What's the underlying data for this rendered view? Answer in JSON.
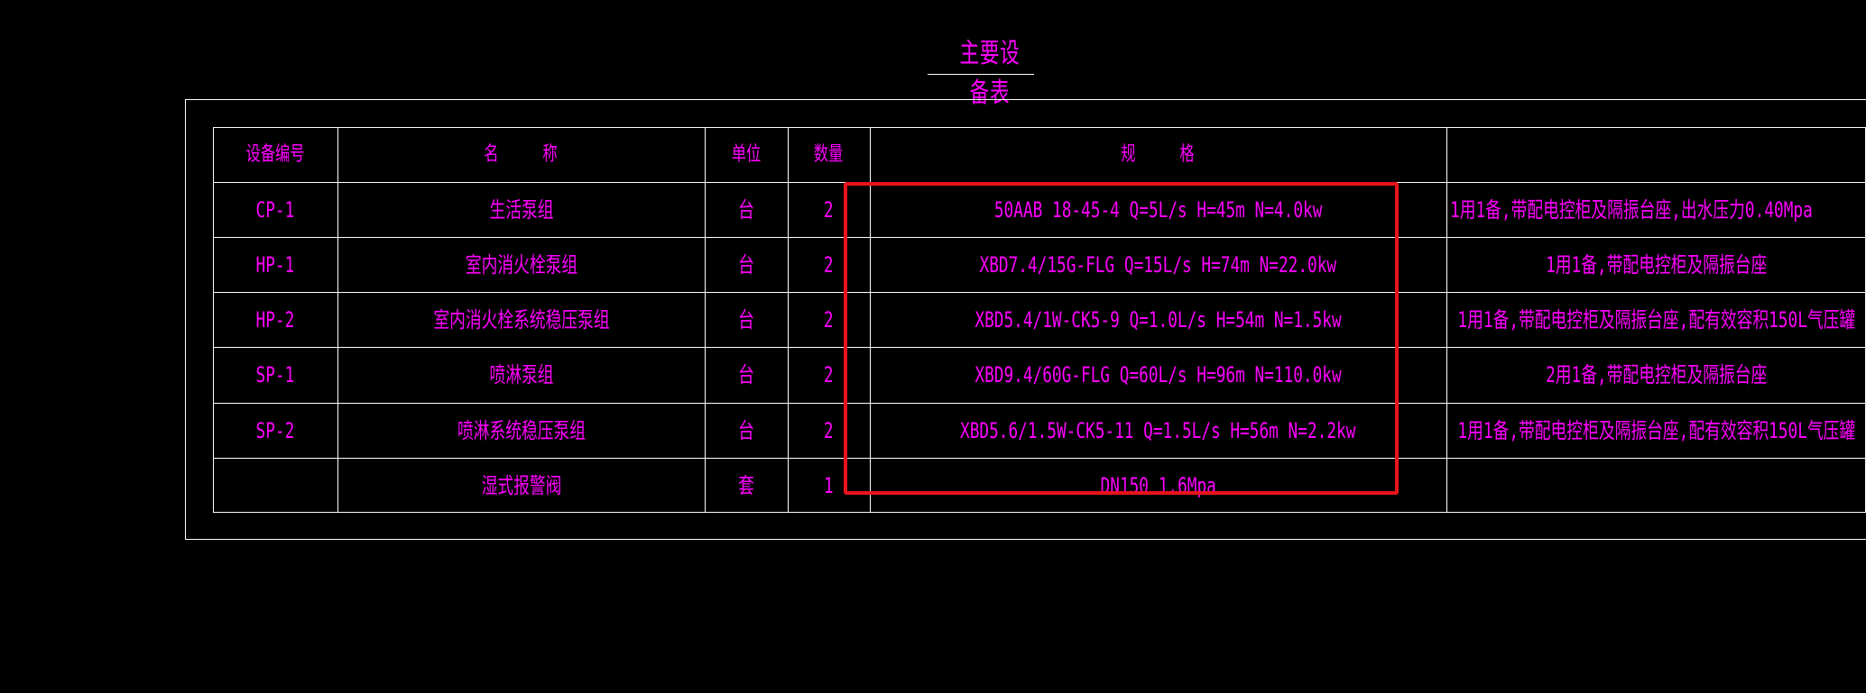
{
  "title": "主要设备表",
  "colors": {
    "background": "#000000",
    "text": "#ff00ff",
    "grid": "#ffffff",
    "highlight": "#e8141c"
  },
  "table": {
    "headers": [
      "设备编号",
      "名　　　称",
      "单位",
      "数量",
      "规　　　格",
      ""
    ],
    "rows": [
      [
        "CP-1",
        "生活泵组",
        "台",
        "2",
        "50AAB 18-45-4   Q=5L/s H=45m N=4.0kw",
        "1用1备,带配电控柜及隔振台座,出水压力0.40Mpa"
      ],
      [
        "HP-1",
        "室内消火栓泵组",
        "台",
        "2",
        "XBD7.4/15G-FLG   Q=15L/s H=74m N=22.0kw",
        "1用1备,带配电控柜及隔振台座"
      ],
      [
        "HP-2",
        "室内消火栓系统稳压泵组",
        "台",
        "2",
        "XBD5.4/1W-CK5-9  Q=1.0L/s H=54m N=1.5kw",
        "1用1备,带配电控柜及隔振台座,配有效容积150L气压罐"
      ],
      [
        "SP-1",
        "喷淋泵组",
        "台",
        "2",
        "XBD9.4/60G-FLG   Q=60L/s H=96m N=110.0kw",
        "2用1备,带配电控柜及隔振台座"
      ],
      [
        "SP-2",
        "喷淋系统稳压泵组",
        "台",
        "2",
        "XBD5.6/1.5W-CK5-11  Q=1.5L/s H=56m N=2.2kw",
        "1用1备,带配电控柜及隔振台座,配有效容积150L气压罐"
      ],
      [
        "",
        "湿式报警阀",
        "套",
        "1",
        "DN150  1.6Mpa",
        ""
      ]
    ]
  }
}
